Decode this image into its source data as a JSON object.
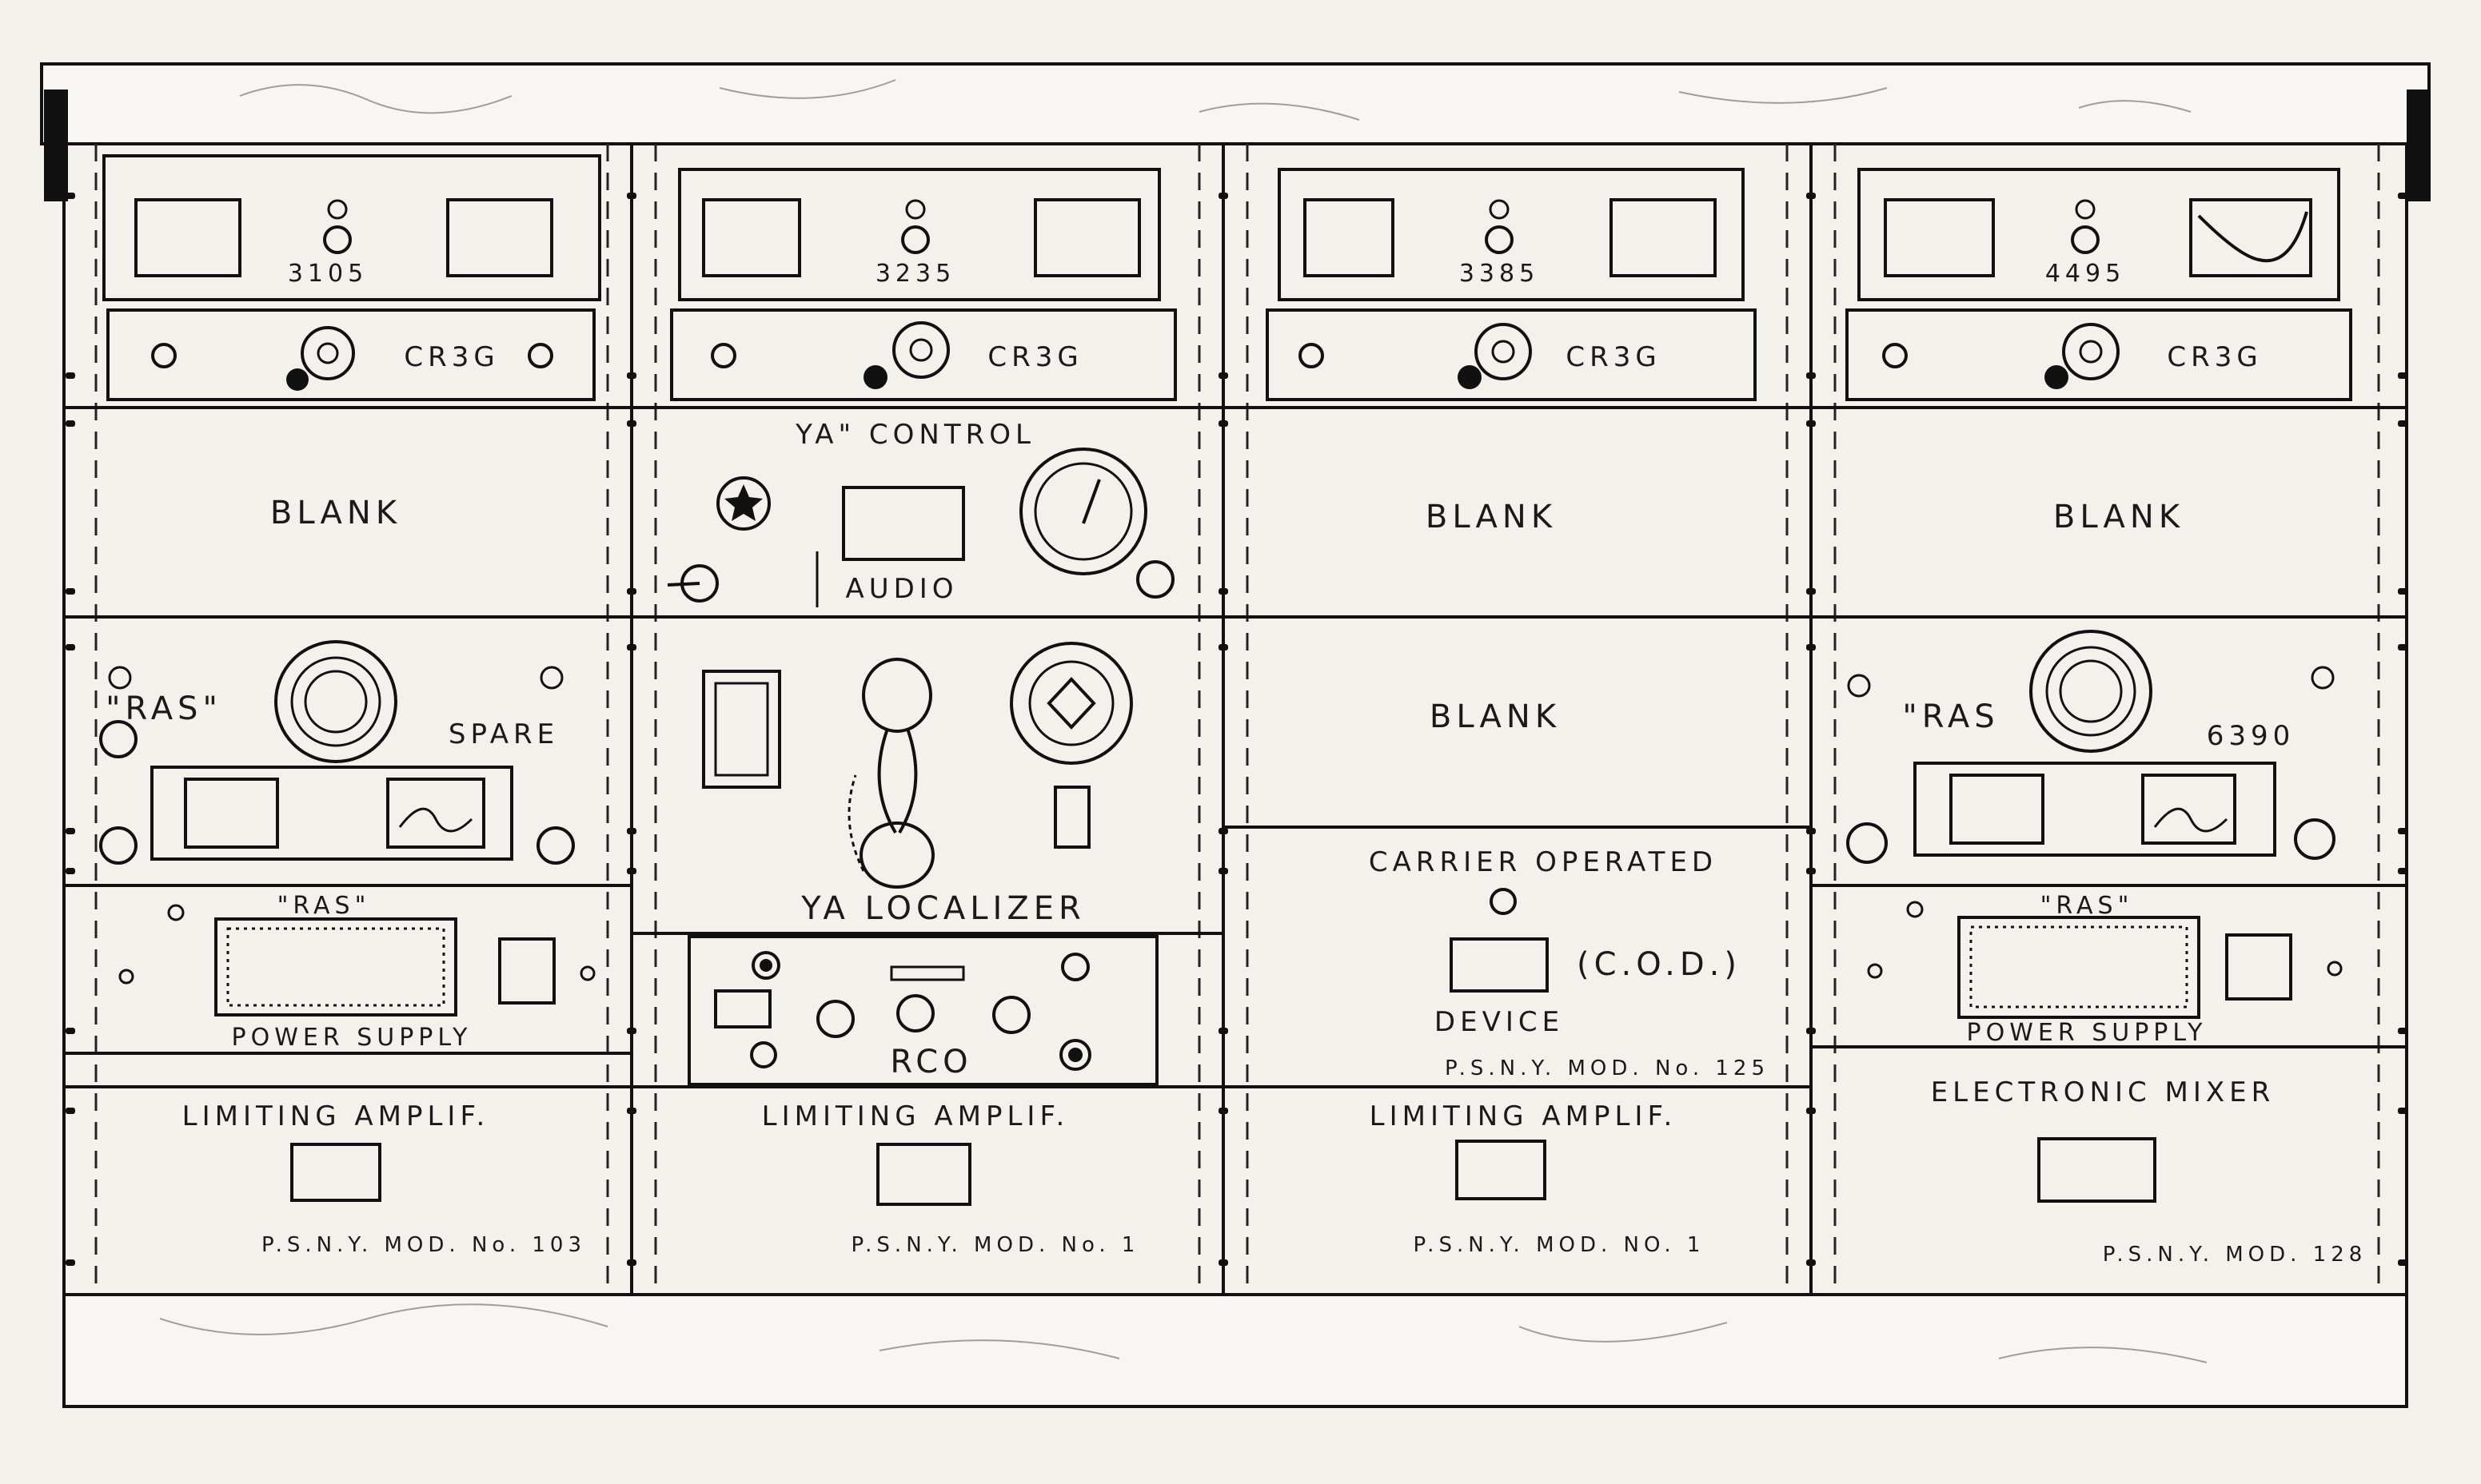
{
  "racks": [
    {
      "freq": "3105",
      "tube": "CR3G",
      "p2": "BLANK",
      "p3_title": "\"RAS\"",
      "p3_side": "SPARE",
      "p4_title": "\"RAS\"",
      "p4_sub": "POWER   SUPPLY",
      "p5_title": "LIMITING  AMPLIF.",
      "p5_model": "P.S.N.Y. MOD. No. 103"
    },
    {
      "freq": "3235",
      "tube": "CR3G",
      "p2_title": "YA\" CONTROL",
      "p2_audio": "AUDIO",
      "p3_title": "YA    LOCALIZER",
      "p4_title": "RCO",
      "p5_title": "LIMITING  AMPLIF.",
      "p5_model": "P.S.N.Y. MOD. No. 1"
    },
    {
      "freq": "3385",
      "tube": "CR3G",
      "p2": "BLANK",
      "p3": "BLANK",
      "p4_title": "CARRIER  OPERATED",
      "p4_cod": "(C.O.D.)",
      "p4_device": "DEVICE",
      "p4_model": "P.S.N.Y. MOD. No. 125",
      "p5_title": "LIMITING  AMPLIF.",
      "p5_model": "P.S.N.Y. MOD. NO. 1"
    },
    {
      "freq": "4495",
      "tube": "CR3G",
      "p2": "BLANK",
      "p3_title": "\"RAS",
      "p3_side": "6390",
      "p4_title": "\"RAS\"",
      "p4_sub": "POWER   SUPPLY",
      "p5_title": "ELECTRONIC  MIXER",
      "p5_model": "P.S.N.Y. MOD. 128"
    }
  ]
}
